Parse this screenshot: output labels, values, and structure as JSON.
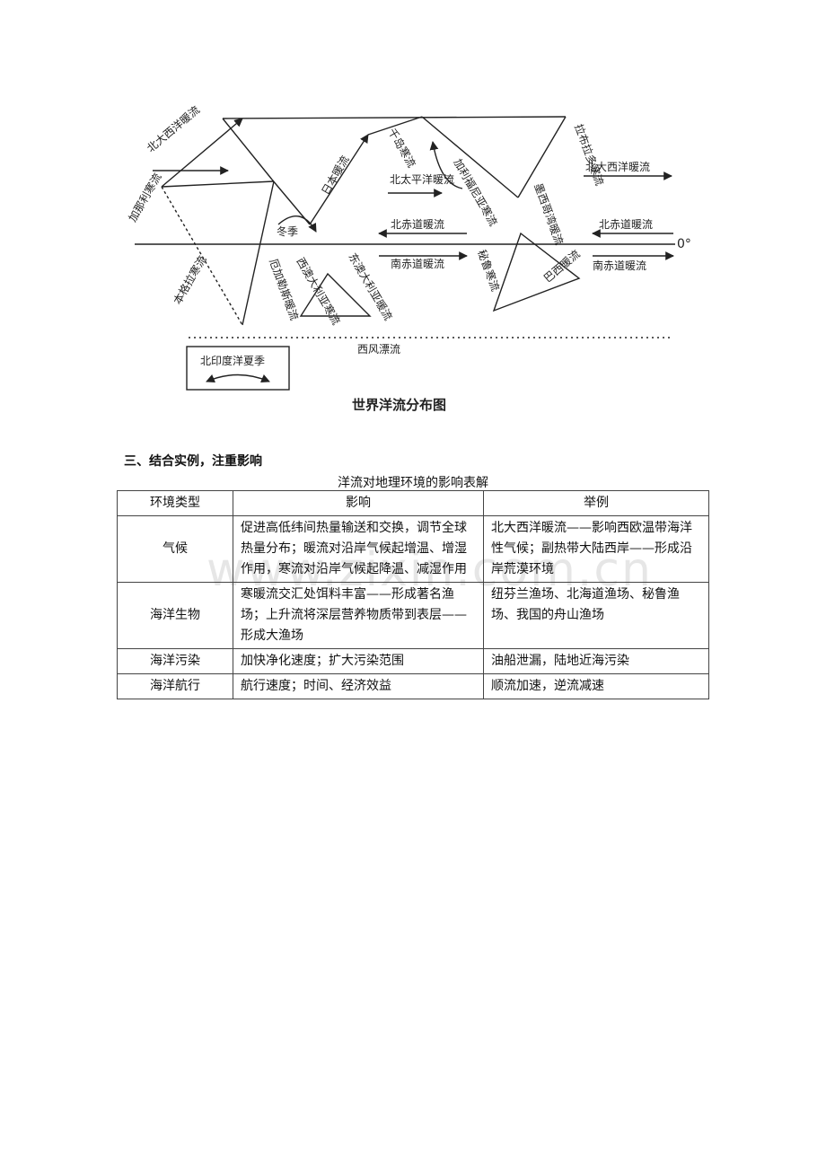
{
  "diagram": {
    "title": "世界洋流分布图",
    "labels": {
      "north_atlantic_drift": "北大西洋暖流",
      "canary": "加那利寒流",
      "benguela": "本格拉寒流",
      "winter": "冬季",
      "agulhas": "厄加勒斯暖流",
      "west_australian": "西澳大利亚寒流",
      "east_australian": "东澳大利亚暖流",
      "kuroshio": "日本暖流",
      "oyashio": "千岛寒流",
      "north_pacific": "北太平洋暖流",
      "california": "加利福尼亚寒流",
      "peru": "秘鲁寒流",
      "north_equatorial": "北赤道暖流",
      "south_equatorial": "南赤道暖流",
      "west_wind_drift": "西风漂流",
      "labrador": "拉布拉多寒流",
      "north_atlantic_right": "北大西洋暖流",
      "gulf": "墨西哥湾暖流",
      "north_equatorial_right": "北赤道暖流",
      "south_equatorial_right": "南赤道暖流",
      "brazil": "巴西暖流",
      "equator": "0°",
      "legend": "北印度洋夏季"
    }
  },
  "section": {
    "heading": "三、结合实例，注重影响",
    "caption": "洋流对地理环境的影响表解"
  },
  "table": {
    "headers": [
      "环境类型",
      "影响",
      "举例"
    ],
    "rows": [
      {
        "type": "气候",
        "effect": "促进高低纬间热量输送和交换，调节全球热量分布；暖流对沿岸气候起增温、增湿作用，寒流对沿岸气候起降温、减湿作用",
        "example": "北大西洋暖流——影响西欧温带海洋性气候；副热带大陆西岸——形成沿岸荒漠环境"
      },
      {
        "type": "海洋生物",
        "effect": "寒暖流交汇处饵料丰富——形成著名渔场；上升流将深层营养物质带到表层——形成大渔场",
        "example": "纽芬兰渔场、北海道渔场、秘鲁渔场、我国的舟山渔场"
      },
      {
        "type": "海洋污染",
        "effect": "加快净化速度；扩大污染范围",
        "example": "油船泄漏，陆地近海污染"
      },
      {
        "type": "海洋航行",
        "effect": "航行速度；时间、经济效益",
        "example": "顺流加速，逆流减速"
      }
    ]
  },
  "watermark": "www.zixin.com.cn"
}
